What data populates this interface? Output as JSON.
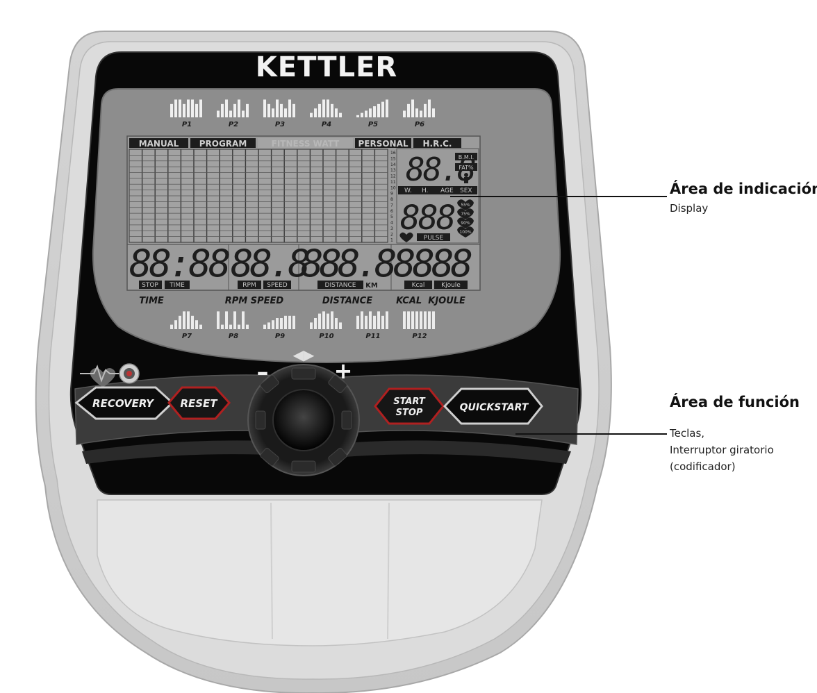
{
  "brand": "KETTLER",
  "programs_top": [
    "P1",
    "P2",
    "P3",
    "P4",
    "P5",
    "P6"
  ],
  "programs_bottom": [
    "P7",
    "P8",
    "P9",
    "P10",
    "P11",
    "P12"
  ],
  "mode_tabs": [
    "MANUAL",
    "PROGRAM",
    "FITNESS WATT",
    "PERSONAL",
    "H.R.C."
  ],
  "side_labels": {
    "bmi": "B.M.I.",
    "fat": "FAT%",
    "w": "W.",
    "h": "H.",
    "age": "AGE",
    "sex": "SEX",
    "pulse": "PULSE"
  },
  "hr_zones": [
    "55%",
    "75%",
    "90%",
    "100%"
  ],
  "graph_scale": [
    "16",
    "15",
    "14",
    "13",
    "12",
    "11",
    "10",
    "9",
    "8",
    "7",
    "6",
    "5",
    "4",
    "3",
    "2",
    "1"
  ],
  "digits": {
    "body_value": "88.8",
    "pulse_value": "888",
    "time": "88:88",
    "rpm_speed": "88.8",
    "distance": "888.8",
    "kcal": "8888"
  },
  "lcd_labels": {
    "stop": "STOP",
    "time": "TIME",
    "rpm": "RPM",
    "speed": "SPEED",
    "distance": "DISTANCE",
    "km": "KM",
    "kcal": "Kcal",
    "kjoule": "Kjoule"
  },
  "bezel_labels": {
    "time": "TIME",
    "rpm_speed": "RPM SPEED",
    "distance": "DISTANCE",
    "kcal_kjoule": "KCAL  KJOULE"
  },
  "keys": {
    "recovery": "RECOVERY",
    "reset": "RESET",
    "start": "START",
    "stop": "STOP",
    "quickstart": "QUICKSTART",
    "minus": "–",
    "plus": "+",
    "arrows": "◀▶"
  },
  "callouts": {
    "display": {
      "title": "Área de indicación",
      "text": "Display"
    },
    "function": {
      "title": "Área de función",
      "lines": [
        "Teclas,",
        "Interruptor giratorio",
        "(codificador)"
      ]
    }
  }
}
